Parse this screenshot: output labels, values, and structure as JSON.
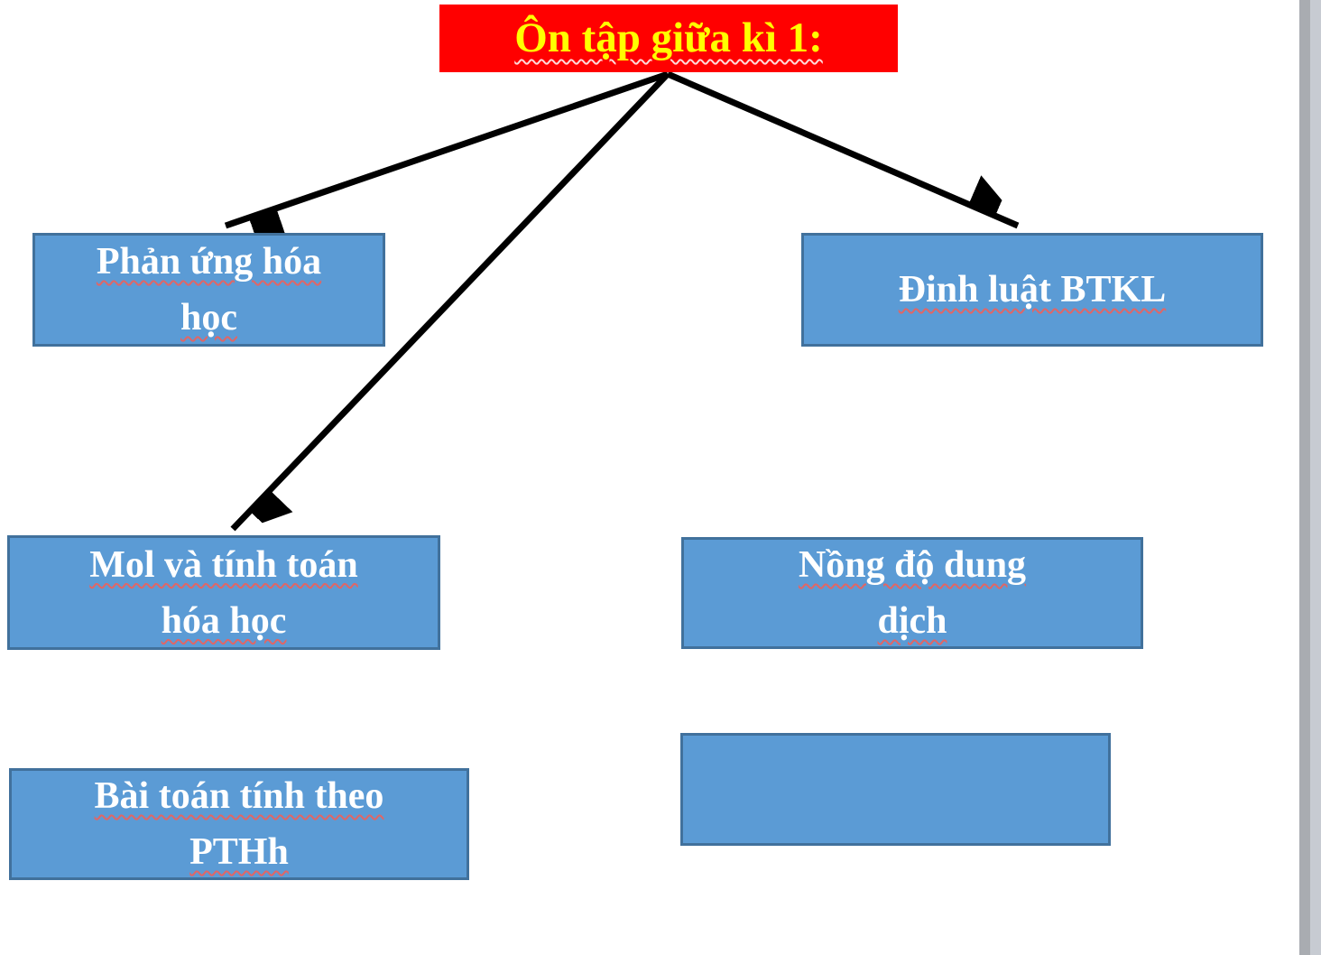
{
  "slide": {
    "title": {
      "text": "Ôn tập giữa kì 1:",
      "bg_color": "#FF0000",
      "text_color": "#FFFF00"
    },
    "boxes": [
      {
        "id": "phan-ung-hoa-hoc",
        "text": "Phản ứng hóa\nhọc"
      },
      {
        "id": "dinh-luat-btkl",
        "text": "Đinh luật BTKL"
      },
      {
        "id": "mol-tinh-toan",
        "text": "Mol và tính toán\nhóa học"
      },
      {
        "id": "nong-do-dung-dich",
        "text": "Nồng độ dung\ndịch"
      },
      {
        "id": "bai-toan-pthh",
        "text": "Bài toán tính theo\nPTHh"
      },
      {
        "id": "empty-box",
        "text": ""
      }
    ],
    "colors": {
      "box_fill": "#5B9BD5",
      "box_border": "#41719C",
      "arrow": "#000000",
      "squiggle_on_blue": "#E06666",
      "squiggle_on_red": "#FFFFFF",
      "scrollbar_outer": "#C7CBD2",
      "scrollbar_inner": "#A9ACB1"
    }
  }
}
